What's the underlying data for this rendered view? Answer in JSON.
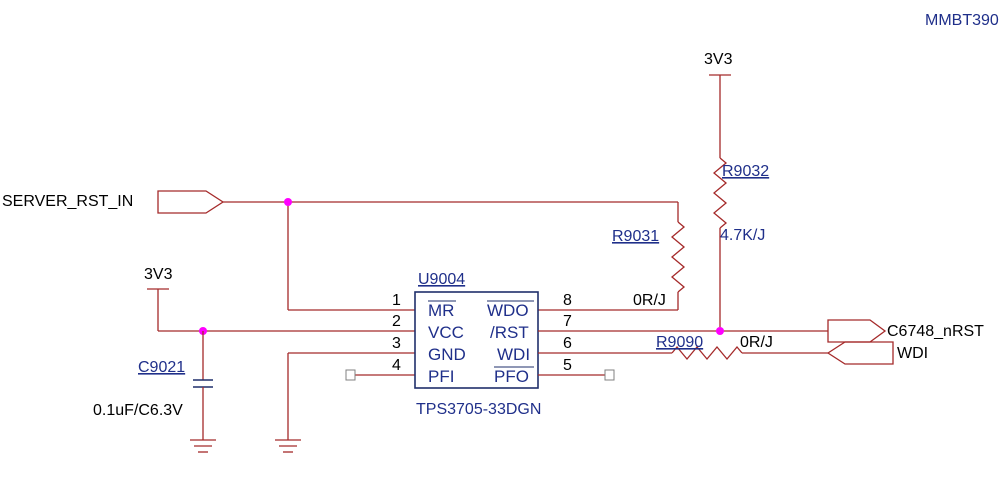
{
  "colors": {
    "wire": "#a52a2a",
    "component": "#1f2f6b",
    "label": "#1f2f8a",
    "junction": "#ff00ff"
  },
  "top_right_label": "MMBT390",
  "nets": {
    "server_rst_in": "SERVER_RST_IN",
    "nrst": "C6748_nRST",
    "wdi": "WDI",
    "power_top": "3V3",
    "power_left": "3V3"
  },
  "chip": {
    "ref": "U9004",
    "part": "TPS3705-33DGN",
    "left_pins": [
      {
        "num": "1",
        "name": "MR"
      },
      {
        "num": "2",
        "name": "VCC"
      },
      {
        "num": "3",
        "name": "GND"
      },
      {
        "num": "4",
        "name": "PFI"
      }
    ],
    "right_pins": [
      {
        "num": "8",
        "name": "WDO"
      },
      {
        "num": "7",
        "name": "/RST"
      },
      {
        "num": "6",
        "name": "WDI"
      },
      {
        "num": "5",
        "name": "PFO"
      }
    ]
  },
  "components": {
    "r9031": {
      "ref": "R9031",
      "value": "0R/J"
    },
    "r9032": {
      "ref": "R9032",
      "value": "4.7K/J"
    },
    "r9090": {
      "ref": "R9090",
      "value": "0R/J"
    },
    "c9021": {
      "ref": "C9021",
      "value": "0.1uF/C6.3V"
    }
  }
}
